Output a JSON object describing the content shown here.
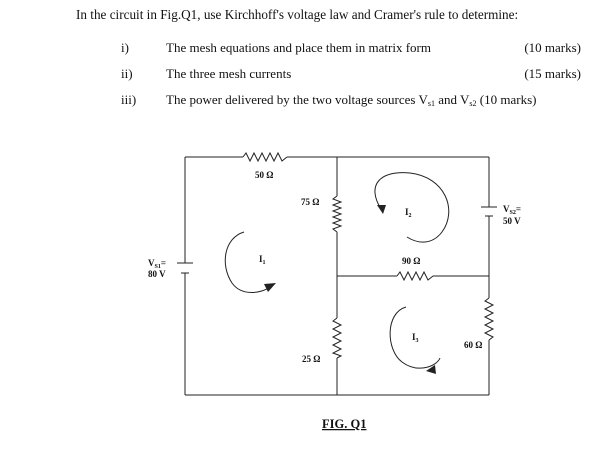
{
  "question": {
    "intro": "In the circuit in Fig.Q1, use Kirchhoff's voltage law and Cramer's rule to determine:",
    "items": [
      {
        "num": "i)",
        "text": "The mesh equations and place them in matrix form",
        "marks": "(10 marks)"
      },
      {
        "num": "ii)",
        "text": "The three mesh currents",
        "marks": "(15 marks)"
      },
      {
        "num": "iii)",
        "text_before": "The power delivered by the two voltage sources V",
        "sub1": "s1",
        "text_mid": " and V",
        "sub2": "s2",
        "marks": " (10 marks)"
      }
    ]
  },
  "circuit": {
    "r_top": "50 Ω",
    "r_middle_upper": "75 Ω",
    "r_middle_lower": "25 Ω",
    "r_horizontal": "90 Ω",
    "r_right": "60 Ω",
    "vs1_name": "V",
    "vs1_sub": "S1",
    "vs1_eq": "=",
    "vs1_value": "80 V",
    "vs2_name": "V",
    "vs2_sub": "S2",
    "vs2_eq": "=",
    "vs2_value": "50 V",
    "i1": "I",
    "i1_sub": "1",
    "i2": "I",
    "i2_sub": "2",
    "i3": "I",
    "i3_sub": "3",
    "figure_label": "FIG. Q1"
  }
}
